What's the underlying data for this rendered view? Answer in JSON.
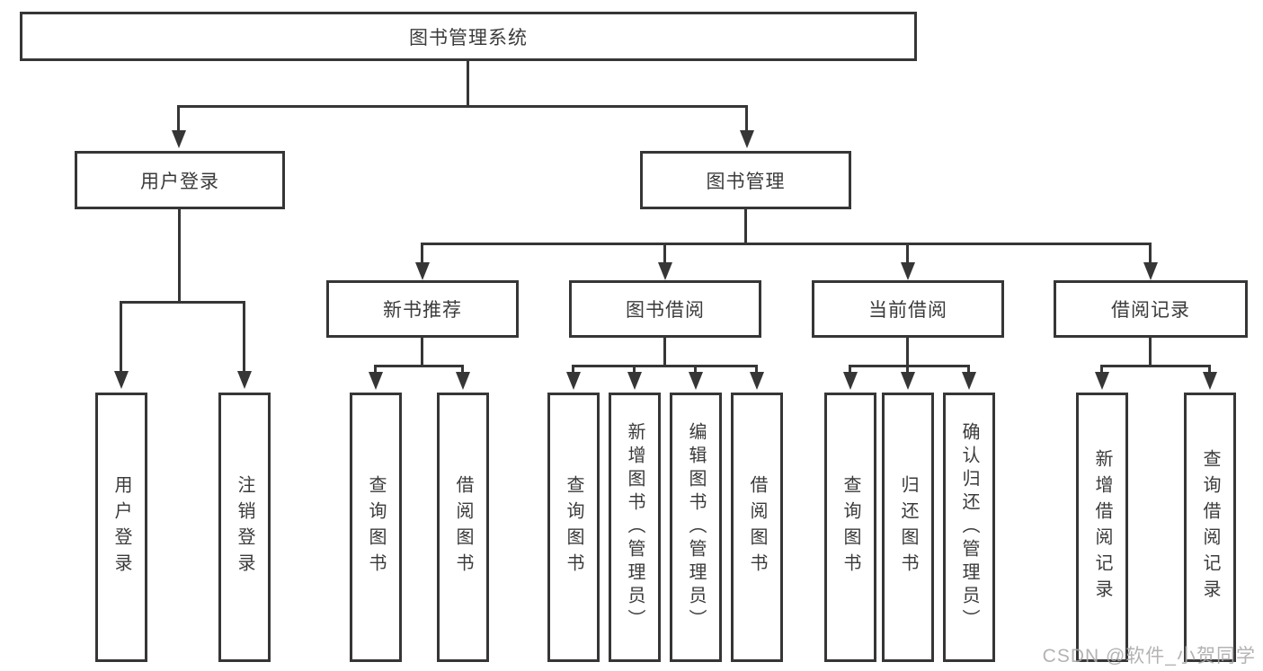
{
  "diagram": {
    "type": "tree",
    "title": "图书管理系统",
    "nodes": {
      "root": "图书管理系统",
      "login_group": "用户登录",
      "book_mgmt": "图书管理",
      "new_book_rec": "新书推荐",
      "book_borrow": "图书借阅",
      "current_borrow": "当前借阅",
      "borrow_record": "借阅记录",
      "leaf_user_login": "用户登录",
      "leaf_logout": "注销登录",
      "leaf_query_book_a": "查询图书",
      "leaf_borrow_book_a": "借阅图书",
      "leaf_query_book_b": "查询图书",
      "leaf_add_book_admin": "新增图书（管理员）",
      "leaf_edit_book_admin": "编辑图书（管理员）",
      "leaf_borrow_book_b": "借阅图书",
      "leaf_query_book_c": "查询图书",
      "leaf_return_book": "归还图书",
      "leaf_confirm_return_admin": "确认归还（管理员）",
      "leaf_add_borrow_record": "新增借阅记录",
      "leaf_query_borrow_record": "查询借阅记录"
    },
    "hierarchy": {
      "图书管理系统": {
        "用户登录": [
          "用户登录",
          "注销登录"
        ],
        "图书管理": {
          "新书推荐": [
            "查询图书",
            "借阅图书"
          ],
          "图书借阅": [
            "查询图书",
            "新增图书（管理员）",
            "编辑图书（管理员）",
            "借阅图书"
          ],
          "当前借阅": [
            "查询图书",
            "归还图书",
            "确认归还（管理员）"
          ],
          "借阅记录": [
            "新增借阅记录",
            "查询借阅记录"
          ]
        }
      }
    },
    "colors": {
      "line": "#363636",
      "text": "#3b3b3b",
      "background": "#ffffff",
      "watermark": "#ababab"
    }
  },
  "watermark": "CSDN @软件_小贺同学"
}
